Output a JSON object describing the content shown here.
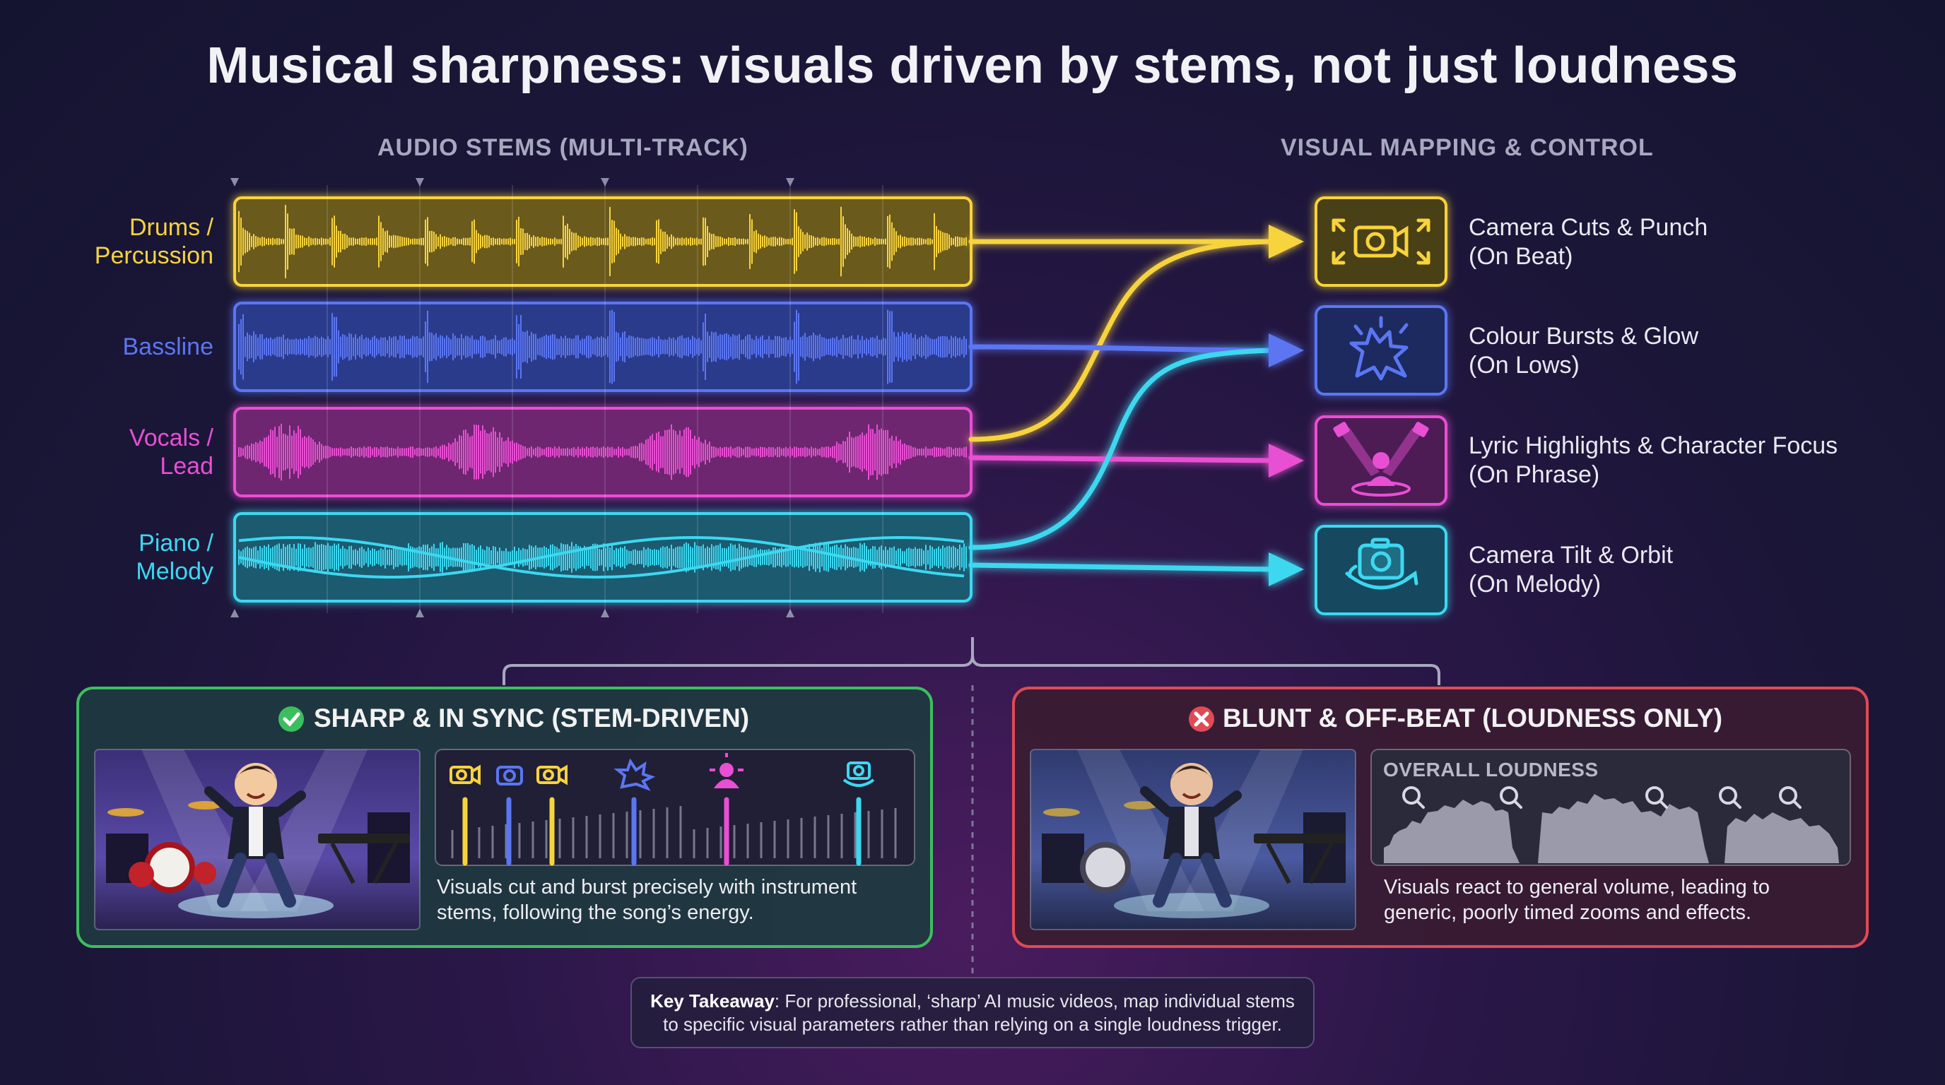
{
  "title": "Musical sharpness: visuals driven by stems, not just loudness",
  "sections": {
    "stems_heading": "AUDIO STEMS (MULTI-TRACK)",
    "mapping_heading": "VISUAL MAPPING & CONTROL"
  },
  "stems": [
    {
      "label_1": "Drums /",
      "label_2": "Percussion",
      "color": "#f7d33c"
    },
    {
      "label_1": "",
      "label_2": "Bassline",
      "color": "#5b76f2"
    },
    {
      "label_1": "Vocals /",
      "label_2": "Lead",
      "color": "#e84fd3"
    },
    {
      "label_1": "Piano /",
      "label_2": "Melody",
      "color": "#3cd8f0"
    }
  ],
  "mappings": [
    {
      "line_1": "Camera Cuts & Punch",
      "line_2": "(On Beat)",
      "icon": "camera-cut-icon",
      "color": "#f7d33c"
    },
    {
      "line_1": "Colour Bursts & Glow",
      "line_2": "(On Lows)",
      "icon": "burst-icon",
      "color": "#5b76f2"
    },
    {
      "line_1": "Lyric Highlights & Character Focus",
      "line_2": "(On Phrase)",
      "icon": "spotlight-icon",
      "color": "#e84fd3"
    },
    {
      "line_1": "Camera Tilt & Orbit",
      "line_2": "(On Melody)",
      "icon": "camera-orbit-icon",
      "color": "#3cd8f0"
    }
  ],
  "sharp_panel": {
    "heading": "SHARP & IN SYNC (STEM-DRIVEN)",
    "description_1": "Visuals cut and burst precisely with instrument",
    "description_2": "stems, following the song’s energy.",
    "accent": "#3bbf5e"
  },
  "blunt_panel": {
    "heading": "BLUNT & OFF-BEAT (LOUDNESS ONLY)",
    "loudness_label": "OVERALL LOUDNESS",
    "description_1": "Visuals react to general volume, leading to",
    "description_2": "generic, poorly timed zooms and effects.",
    "accent": "#e04a55"
  },
  "takeaway": {
    "prefix": "Key Takeaway",
    "line_1": ": For professional, ‘sharp’ AI music videos, map individual stems",
    "line_2": "to specific visual parameters rather than relying on a single loudness trigger."
  }
}
